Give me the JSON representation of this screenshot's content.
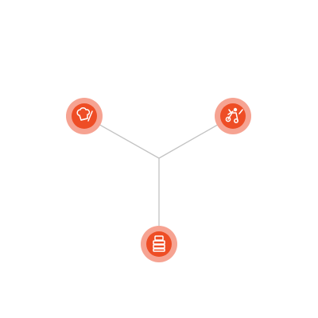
{
  "colors": {
    "background": "#ffffff",
    "connector": "#c3c3c3",
    "node_core": "#ee4d25",
    "node_halo": "#f6a392",
    "icon": "#ffffff"
  },
  "nodes": [
    {
      "id": "upper-left",
      "icon": "chef-hat-icon"
    },
    {
      "id": "upper-right",
      "icon": "food-delivery-scooter-icon"
    },
    {
      "id": "bottom",
      "icon": "stacked-lunchbox-icon"
    }
  ]
}
